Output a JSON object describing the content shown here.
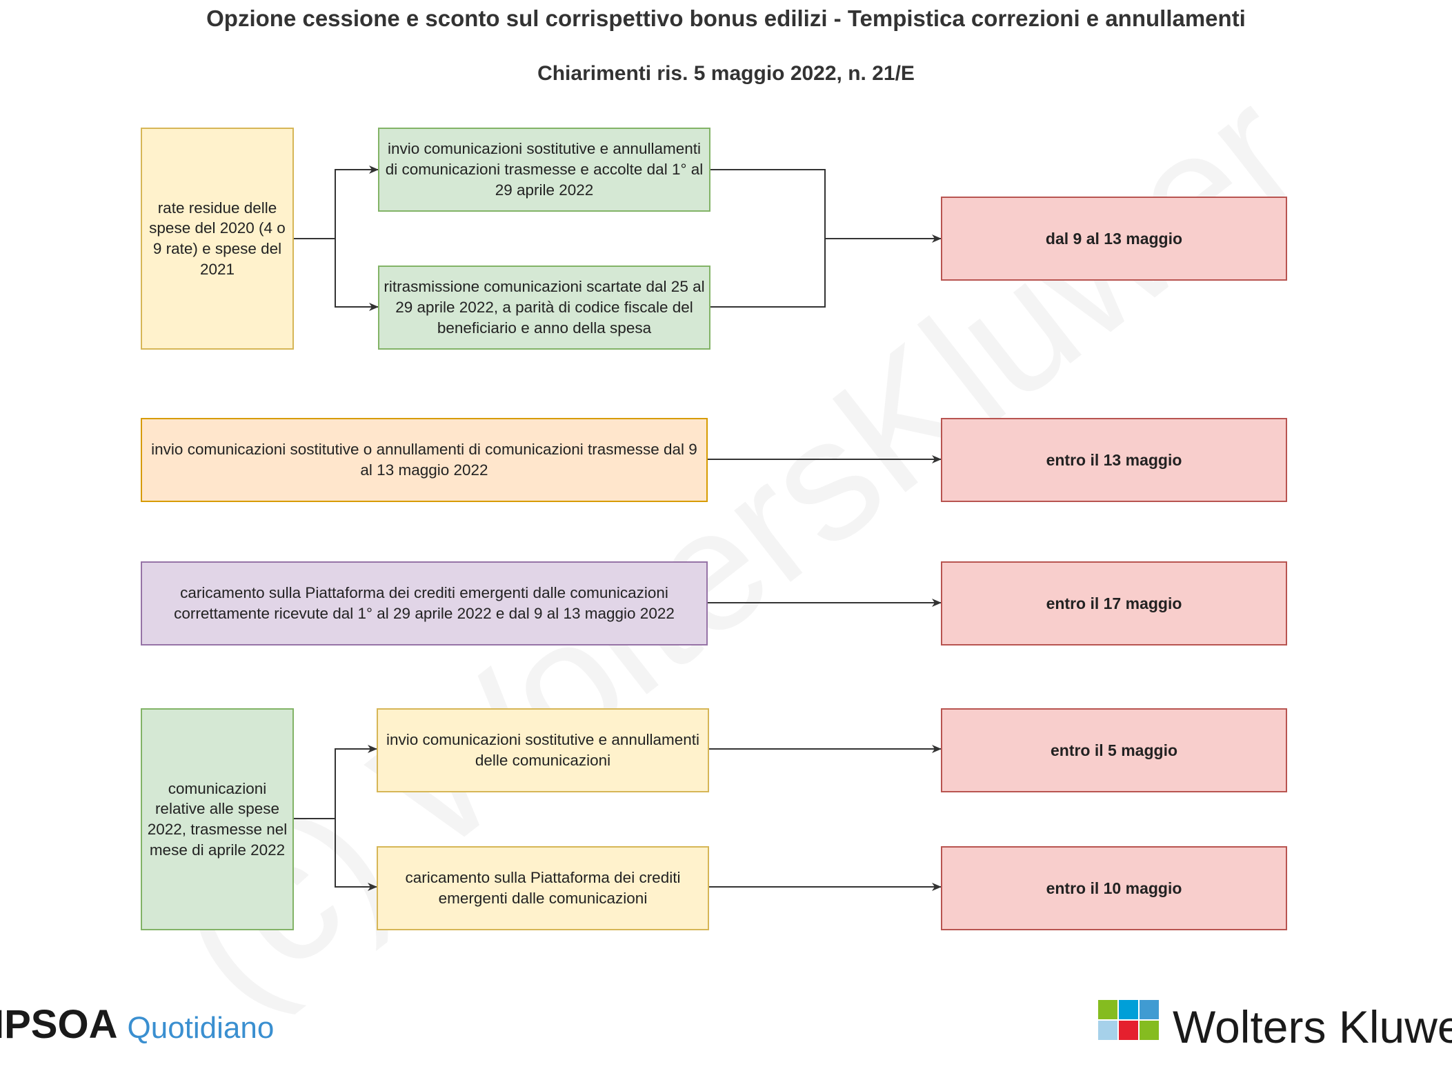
{
  "title": "Opzione cessione e sconto sul corrispettivo bonus edilizi - Tempistica correzioni e annullamenti",
  "subtitle": "Chiarimenti ris. 5 maggio 2022, n. 21/E",
  "watermark": "(c) WoltersKluwer",
  "colors": {
    "yellow_fill": "#fff2cc",
    "yellow_border": "#d6b656",
    "green_fill": "#d5e8d4",
    "green_border": "#82b366",
    "orange_fill": "#ffe6cc",
    "orange_border": "#d79b00",
    "purple_fill": "#e1d5e7",
    "purple_border": "#9673a6",
    "red_fill": "#f8cecc",
    "red_border": "#b85450",
    "line": "#333333"
  },
  "group1": {
    "source": "rate residue delle spese del 2020 (4 o 9 rate) e spese del 2021",
    "step_a": "invio comunicazioni sostitutive e annullamenti di comunicazioni trasmesse e accolte dal 1° al 29 aprile 2022",
    "step_b": "ritrasmissione comunicazioni scartate dal 25 al 29 aprile 2022, a parità di codice fiscale del beneficiario e anno della spesa",
    "deadline": "dal 9 al 13 maggio"
  },
  "group2": {
    "step": "invio comunicazioni sostitutive o annullamenti di comunicazioni trasmesse dal 9 al 13 maggio 2022",
    "deadline": "entro il 13 maggio"
  },
  "group3": {
    "step": "caricamento sulla Piattaforma dei crediti emergenti dalle comunicazioni correttamente ricevute dal 1° al 29 aprile 2022 e dal 9 al 13 maggio 2022",
    "deadline": "entro il 17 maggio"
  },
  "group4": {
    "source": "comunicazioni relative alle spese 2022, trasmesse nel mese di aprile 2022",
    "step_a": "invio comunicazioni sostitutive e annullamenti delle comunicazioni",
    "deadline_a": "entro il 5 maggio",
    "step_b": "caricamento sulla Piattaforma dei crediti emergenti dalle comunicazioni",
    "deadline_b": "entro il 10 maggio"
  },
  "footer": {
    "left_brand": "IPSOA",
    "left_sub": "Quotidiano",
    "right_brand": "Wolters Kluwer"
  }
}
